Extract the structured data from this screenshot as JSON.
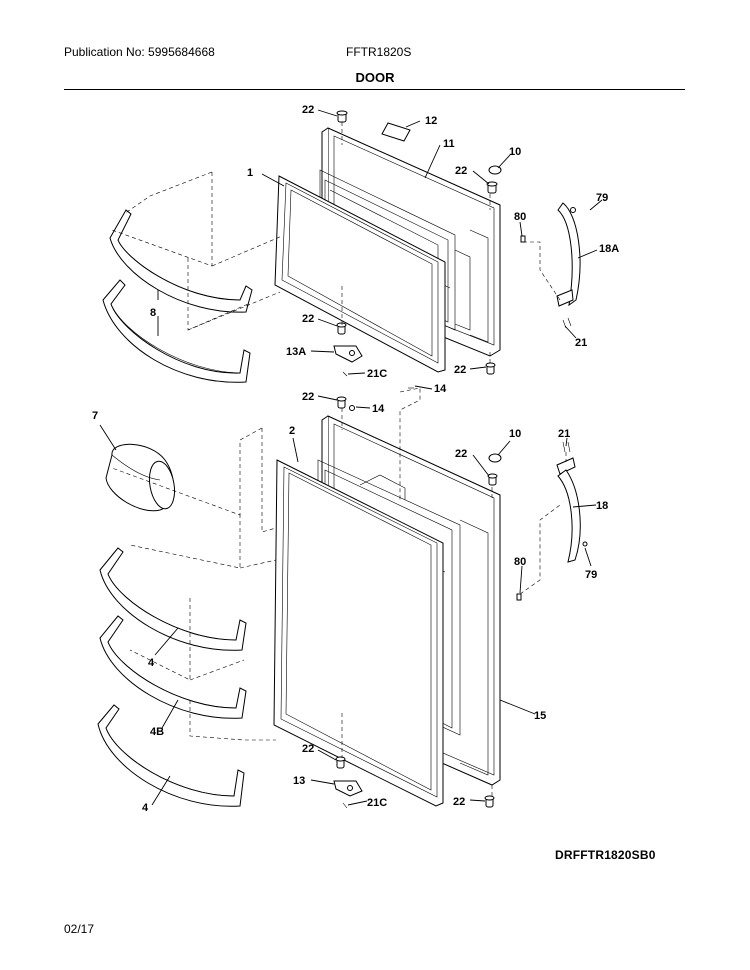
{
  "header": {
    "publication": "Publication No: 5995684668",
    "model": "FFTR1820S",
    "section_title": "DOOR"
  },
  "footer": {
    "drawing_code": "DRFFTR1820SB0",
    "date": "02/17"
  },
  "callouts": {
    "c22_a": "22",
    "c12": "12",
    "c11": "11",
    "c10_a": "10",
    "c22_b": "22",
    "c1": "1",
    "c79_a": "79",
    "c80_a": "80",
    "c18A": "18A",
    "c8": "8",
    "c22_c": "22",
    "c21_a": "21",
    "c13A": "13A",
    "c22_d": "22",
    "c21C_a": "21C",
    "c14_a": "14",
    "c22_e": "22",
    "c14_b": "14",
    "c7": "7",
    "c2": "2",
    "c10_b": "10",
    "c22_f": "22",
    "c21_b": "21",
    "c18": "18",
    "c80_b": "80",
    "c79_b": "79",
    "c4_a": "4",
    "c15": "15",
    "c4B": "4B",
    "c22_g": "22",
    "c13": "13",
    "c21C_b": "21C",
    "c22_h": "22",
    "c4_b": "4"
  }
}
